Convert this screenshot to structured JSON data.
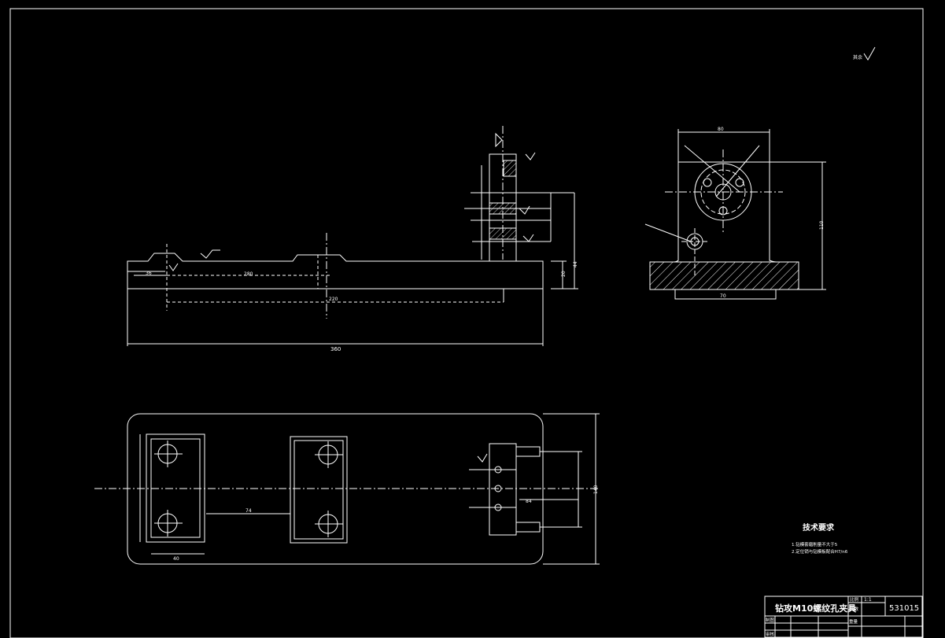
{
  "roughness_note": "其余",
  "tech_requirements": {
    "title": "技术要求",
    "items": [
      "1.钻模套磨削量不大于5",
      "2.定位销与钻模板配合H7/n6"
    ]
  },
  "title_block": {
    "drawing_title": "钻攻M10螺纹孔夹具",
    "scale_label": "比例",
    "scale_value": "1:1",
    "count_label": "件数",
    "drawing_number": "531015",
    "designer_label": "制图",
    "checker_label": "审核",
    "material_label": "重量"
  },
  "dimensions": {
    "front_overall_length": "360",
    "front_hole_spacing": "220",
    "front_left_offset": "36",
    "front_inner_length": "280",
    "front_base_height": "20",
    "front_total_height": "44",
    "plan_width": "140",
    "plan_pitch": "74",
    "plan_block_width": "40",
    "plan_inner": "84",
    "side_top_width": "80",
    "side_base_width": "70",
    "side_height": "110"
  },
  "colors": {
    "background": "#000000",
    "lines": "#ffffff",
    "hatch": "#ffffff"
  }
}
